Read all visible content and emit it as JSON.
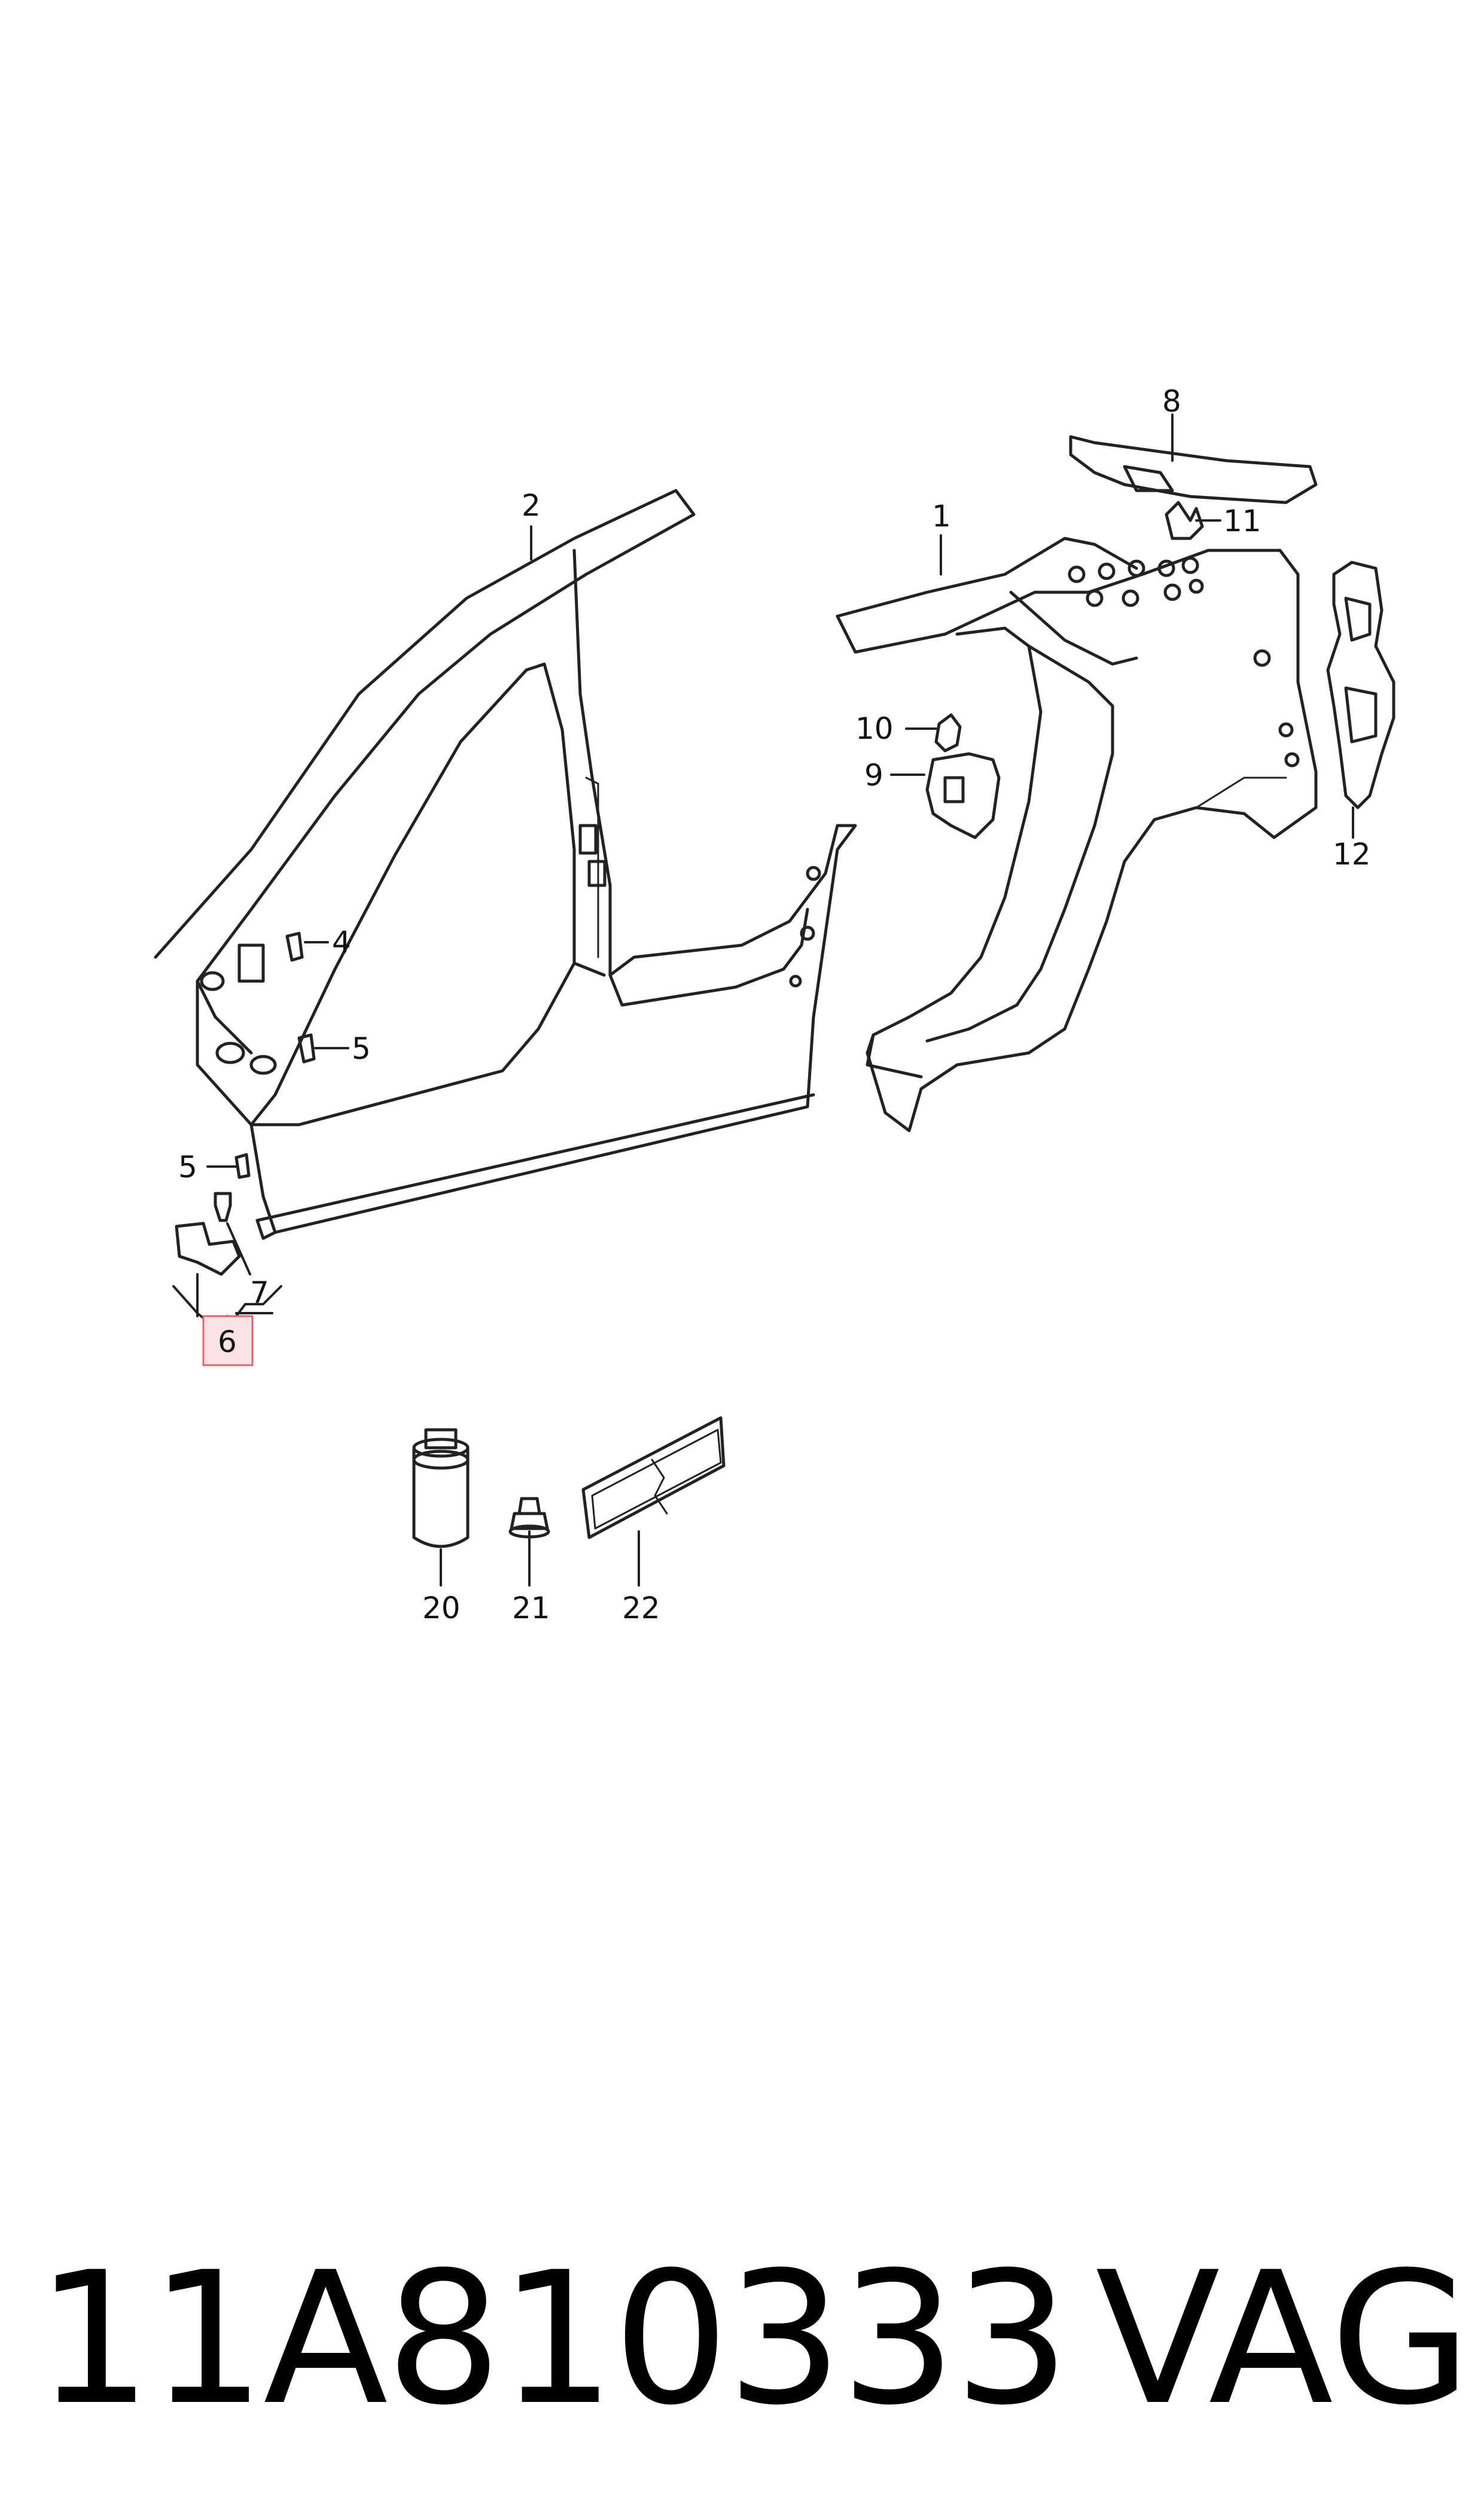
{
  "callouts": {
    "c1": "1",
    "c2": "2",
    "c4": "4",
    "c5a": "5",
    "c5b": "5",
    "c6": "6",
    "c7": "7",
    "c8": "8",
    "c9": "9",
    "c10": "10",
    "c11": "11",
    "c12": "12",
    "c20": "20",
    "c21": "21",
    "c22": "22"
  },
  "highlight_color": "#e2636f",
  "highlight_fill": "#fbe3e5",
  "footer": {
    "part_number": "11A810333",
    "brand": "VAG"
  }
}
